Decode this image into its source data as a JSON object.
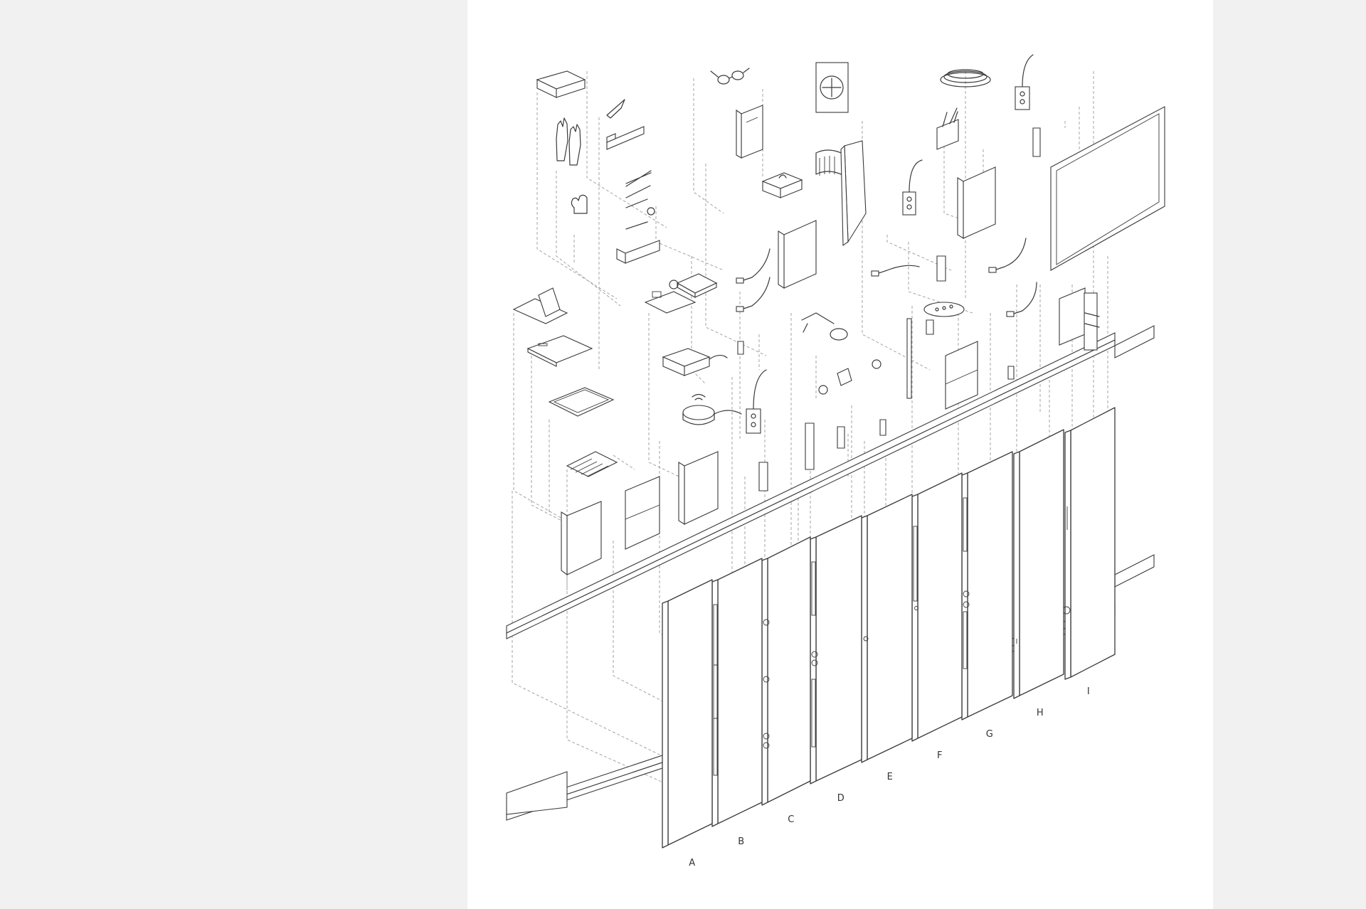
{
  "colors": {
    "background": "#f1f1f1",
    "sheet": "#ffffff",
    "ink": "#3a3a3a",
    "leader": "#9a9a9a"
  },
  "panel_labels": [
    "A",
    "B",
    "C",
    "D",
    "E",
    "F",
    "G",
    "H",
    "I"
  ]
}
